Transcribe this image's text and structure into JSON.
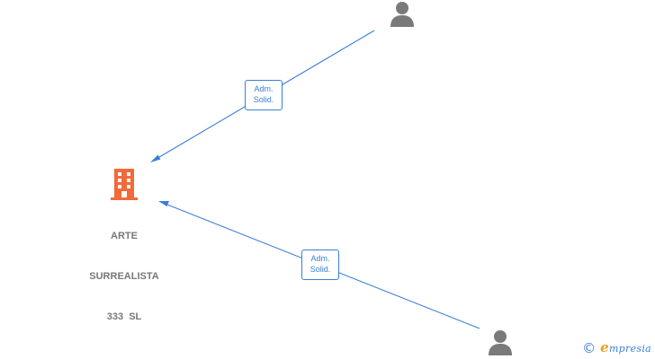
{
  "company": {
    "name_lines": [
      "ARTE",
      "SURREALISTA",
      "333  SL"
    ],
    "icon": "building-icon",
    "color": "#f26a3a"
  },
  "people": [
    {
      "icon": "person-icon"
    },
    {
      "icon": "person-icon"
    }
  ],
  "relations": [
    {
      "label_lines": [
        "Adm.",
        "Solid."
      ]
    },
    {
      "label_lines": [
        "Adm.",
        "Solid."
      ]
    }
  ],
  "colors": {
    "edge": "#3a7fd5",
    "person": "#7a7a7a",
    "company_text": "#777777"
  },
  "brand": {
    "symbol": "©",
    "first_letter": "e",
    "rest": "mpresia"
  }
}
